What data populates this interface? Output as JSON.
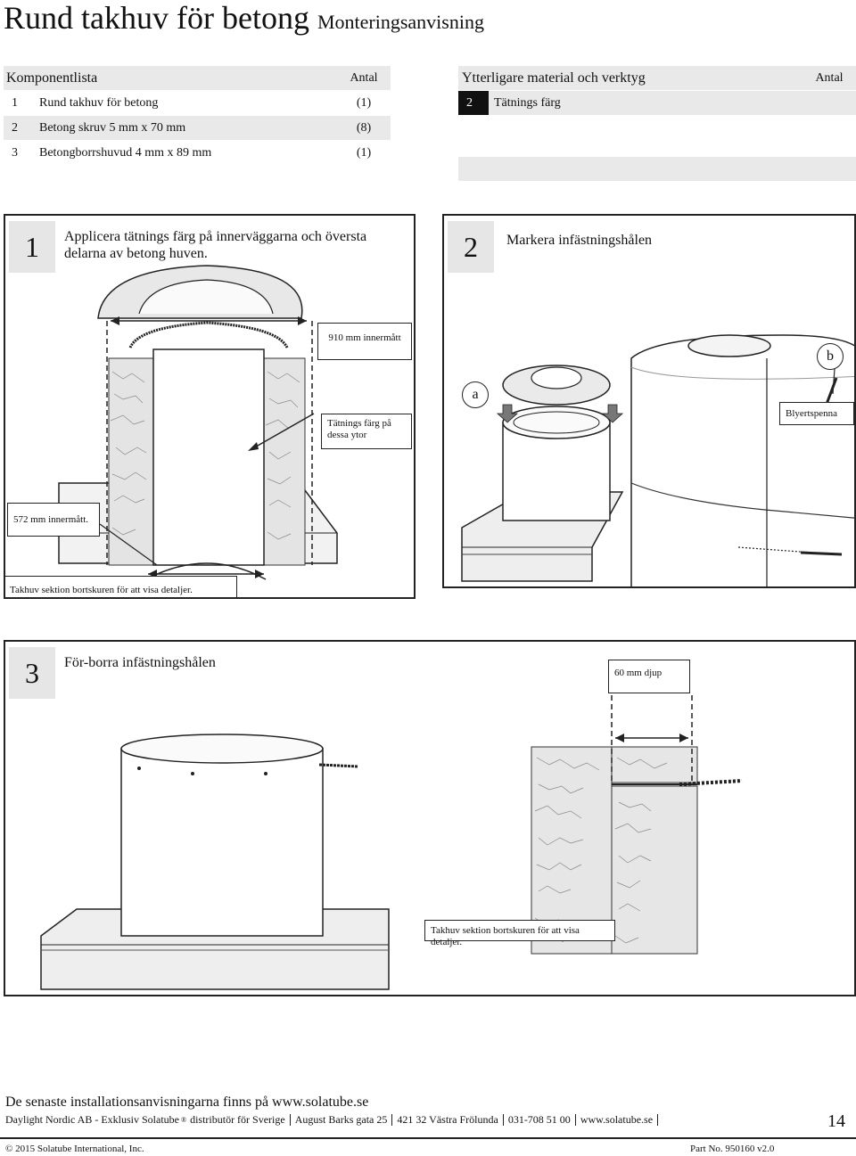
{
  "header": {
    "title": "Rund takhuv för betong",
    "subtitle": "Monteringsanvisning"
  },
  "components": {
    "header": "Komponentlista",
    "qty_header": "Antal",
    "rows": [
      {
        "num": "1",
        "name": "Rund takhuv för betong",
        "qty": "(1)"
      },
      {
        "num": "2",
        "name": "Betong skruv 5 mm x 70 mm",
        "qty": "(8)"
      },
      {
        "num": "3",
        "name": "Betongborrshuvud 4 mm x 89 mm",
        "qty": "(1)"
      }
    ]
  },
  "additional": {
    "header": "Ytterligare material och verktyg",
    "qty_header": "Antal",
    "rows": [
      {
        "num": "2",
        "name": "Tätnings färg",
        "qty": ""
      }
    ]
  },
  "step1": {
    "number": "1",
    "text": "Applicera tätnings färg på innerväggarna och översta delarna av betong huven.",
    "callout_inner": "910 mm innermått",
    "callout_seal": "Tätnings färg på dessa ytor",
    "callout_inner2": "572 mm innermått.",
    "caption": "Takhuv sektion bortskuren för att visa detaljer."
  },
  "step2": {
    "number": "2",
    "text": "Markera infästningshålen",
    "label_a": "a",
    "label_b": "b",
    "callout_pencil": "Blyertspenna"
  },
  "step3": {
    "number": "3",
    "text": "För-borra infästningshålen",
    "callout_depth": "60 mm djup",
    "caption": "Takhuv sektion bortskuren för att visa detaljer."
  },
  "footer": {
    "latest": "De senaste installationsanvisningarna finns på www.solatube.se",
    "company": "Daylight Nordic AB - Exklusiv Solatube",
    "reg": "®",
    "distributor": "distributör för Sverige",
    "address": "August Barks gata 25",
    "postal": "421 32 Västra Frölunda",
    "phone": "031-708 51 00",
    "web": "www.solatube.se",
    "page": "14",
    "copyright": "© 2015 Solatube International, Inc.",
    "part": "Part No. 950160 v2.0"
  },
  "colors": {
    "row_grey": "#e9e9e9",
    "number_black": "#111111",
    "border": "#222222"
  }
}
